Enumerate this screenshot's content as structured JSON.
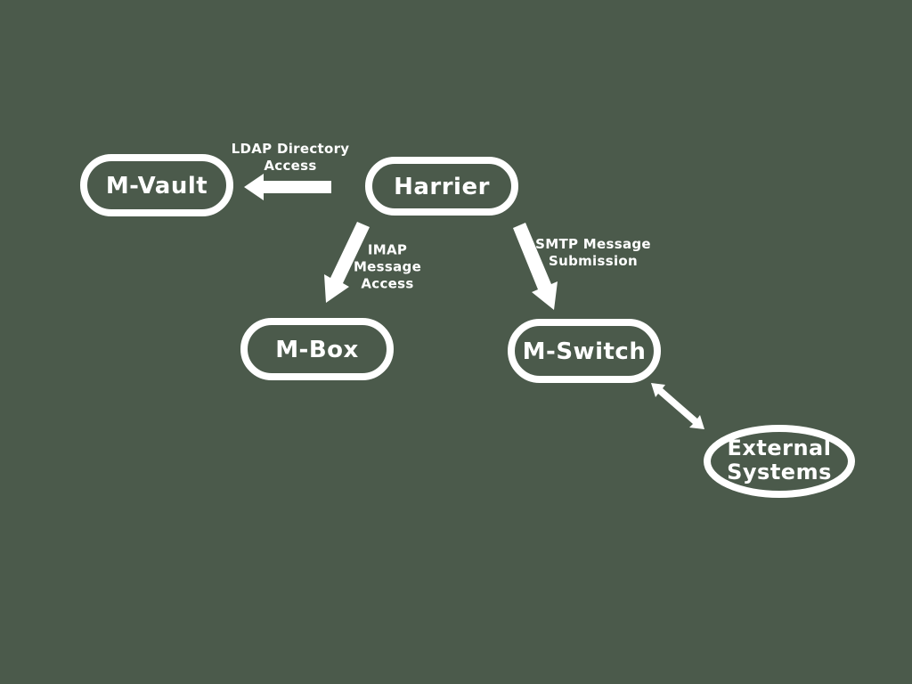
{
  "diagram": {
    "type": "architecture-flow-diagram",
    "colors": {
      "background": "#4b5a4b",
      "foreground": "#ffffff"
    },
    "nodes": [
      {
        "id": "m-vault",
        "label": "M-Vault",
        "shape": "rounded-rect"
      },
      {
        "id": "harrier",
        "label": "Harrier",
        "shape": "rounded-rect"
      },
      {
        "id": "m-box",
        "label": "M-Box",
        "shape": "rounded-rect"
      },
      {
        "id": "m-switch",
        "label": "M-Switch",
        "shape": "rounded-rect"
      },
      {
        "id": "external-systems",
        "label": "External\nSystems",
        "shape": "ellipse"
      }
    ],
    "edges": [
      {
        "from": "harrier",
        "to": "m-vault",
        "label": "LDAP Directory\nAccess",
        "direction": "one-way",
        "style": "block-arrow"
      },
      {
        "from": "harrier",
        "to": "m-box",
        "label": "IMAP\nMessage\nAccess",
        "direction": "one-way",
        "style": "block-arrow"
      },
      {
        "from": "harrier",
        "to": "m-switch",
        "label": "SMTP Message\nSubmission",
        "direction": "one-way",
        "style": "block-arrow"
      },
      {
        "from": "m-switch",
        "to": "external-systems",
        "label": "",
        "direction": "two-way",
        "style": "thin-double-arrow"
      }
    ]
  }
}
